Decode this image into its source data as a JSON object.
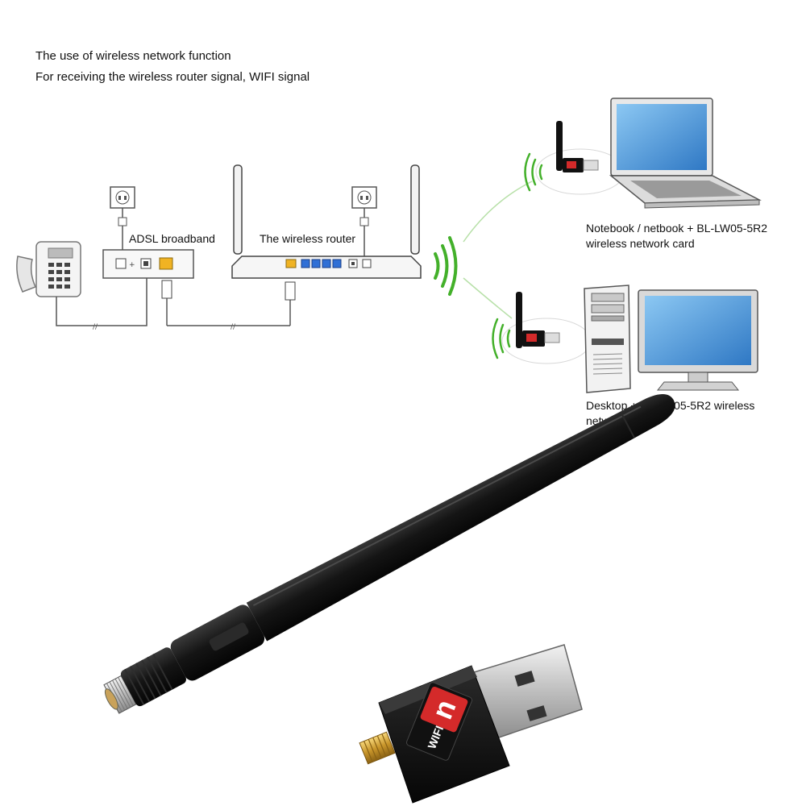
{
  "header": {
    "line1": "The use of wireless network function",
    "line2": "For receiving the wireless router signal, WIFI signal"
  },
  "labels": {
    "adsl": "ADSL broadband",
    "router": "The wireless router",
    "notebook_line1": "Notebook / netbook + BL-LW05-5R2",
    "notebook_line2": "wireless network card",
    "desktop_line1": "Desktop + BL-LW05-5R2 wireless",
    "desktop_line2": "network card"
  },
  "product": {
    "badge_text": "WIFI",
    "badge_logo": "n"
  },
  "colors": {
    "signal_green": "#43b02a",
    "port_blue": "#2f6fd6",
    "port_yellow": "#f0b323",
    "screen_blue": "#3d8fd8",
    "dongle_red": "#d42a2a"
  }
}
